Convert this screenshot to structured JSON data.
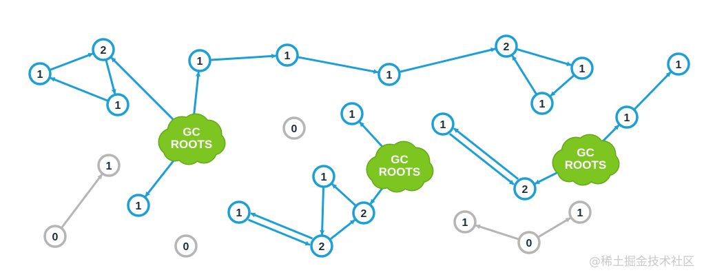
{
  "colors": {
    "live": "#1a9fd8",
    "garbage": "#b5b5b5",
    "root_fill": "#7dc521",
    "root_edge": "#63a816",
    "text": "#1e2b38"
  },
  "root_label_line1": "GC",
  "root_label_line2": "ROOTS",
  "watermark": "@稀土掘金技术社区",
  "roots": [
    {
      "id": "r1"
    },
    {
      "id": "r2"
    },
    {
      "id": "r3"
    }
  ],
  "nodes": [
    {
      "id": "a1",
      "label": "1",
      "state": "live"
    },
    {
      "id": "a2",
      "label": "2",
      "state": "live"
    },
    {
      "id": "a3",
      "label": "1",
      "state": "live"
    },
    {
      "id": "b1",
      "label": "1",
      "state": "live"
    },
    {
      "id": "b2",
      "label": "1",
      "state": "live"
    },
    {
      "id": "b3",
      "label": "1",
      "state": "live"
    },
    {
      "id": "c1",
      "label": "2",
      "state": "live"
    },
    {
      "id": "c2",
      "label": "1",
      "state": "live"
    },
    {
      "id": "c3",
      "label": "1",
      "state": "live"
    },
    {
      "id": "d1",
      "label": "1",
      "state": "live"
    },
    {
      "id": "e1",
      "label": "1",
      "state": "live"
    },
    {
      "id": "f1",
      "label": "1",
      "state": "live"
    },
    {
      "id": "f2",
      "label": "2",
      "state": "live"
    },
    {
      "id": "f3",
      "label": "1",
      "state": "live"
    },
    {
      "id": "f4",
      "label": "2",
      "state": "live"
    },
    {
      "id": "g1",
      "label": "1",
      "state": "live"
    },
    {
      "id": "g2",
      "label": "2",
      "state": "live"
    },
    {
      "id": "h1",
      "label": "1",
      "state": "live"
    },
    {
      "id": "h2",
      "label": "1",
      "state": "live"
    },
    {
      "id": "z1",
      "label": "0",
      "state": "garbage"
    },
    {
      "id": "z2",
      "label": "1",
      "state": "garbage"
    },
    {
      "id": "z3",
      "label": "0",
      "state": "garbage"
    },
    {
      "id": "z4",
      "label": "0",
      "state": "garbage"
    },
    {
      "id": "z5",
      "label": "1",
      "state": "garbage"
    },
    {
      "id": "z6",
      "label": "0",
      "state": "garbage"
    },
    {
      "id": "z7",
      "label": "1",
      "state": "garbage"
    }
  ],
  "edges": [
    {
      "from": "a1",
      "to": "a2"
    },
    {
      "from": "a2",
      "to": "a3"
    },
    {
      "from": "a3",
      "to": "a1"
    },
    {
      "from": "r1",
      "to": "a2"
    },
    {
      "from": "r1",
      "to": "b1"
    },
    {
      "from": "r1",
      "to": "d1"
    },
    {
      "from": "b1",
      "to": "b2"
    },
    {
      "from": "b2",
      "to": "b3"
    },
    {
      "from": "b3",
      "to": "c1"
    },
    {
      "from": "c1",
      "to": "c2"
    },
    {
      "from": "c2",
      "to": "c3"
    },
    {
      "from": "c3",
      "to": "c1"
    },
    {
      "from": "r2",
      "to": "e1"
    },
    {
      "from": "r2",
      "to": "f2"
    },
    {
      "from": "f2",
      "to": "f1"
    },
    {
      "from": "f1",
      "to": "f4"
    },
    {
      "from": "f4",
      "to": "f2"
    },
    {
      "from": "f4",
      "to": "f3"
    },
    {
      "from": "f3",
      "to": "f4"
    },
    {
      "from": "r3",
      "to": "g2"
    },
    {
      "from": "g2",
      "to": "g1"
    },
    {
      "from": "g1",
      "to": "g2"
    },
    {
      "from": "r3",
      "to": "h1"
    },
    {
      "from": "h1",
      "to": "h2"
    },
    {
      "from": "z1",
      "to": "z2"
    },
    {
      "from": "z6",
      "to": "z5"
    },
    {
      "from": "z6",
      "to": "z7"
    }
  ]
}
